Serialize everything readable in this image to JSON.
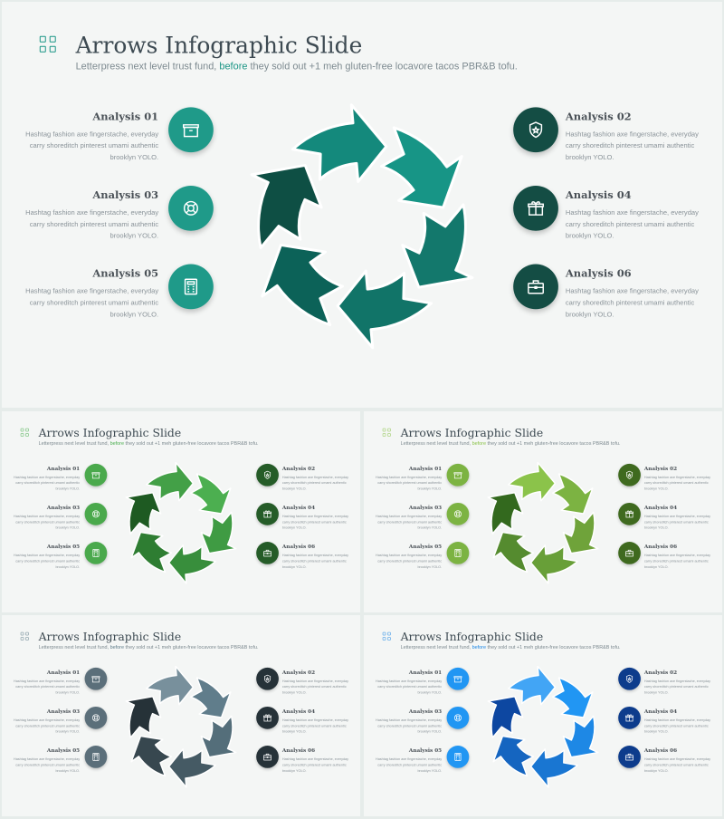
{
  "slide": {
    "title": "Arrows Infographic Slide",
    "subtitle_before": "Letterpress next level trust fund, ",
    "subtitle_highlight": "before",
    "subtitle_after": " they sold out +1 meh gluten-free locavore tacos PBR&B tofu."
  },
  "items": [
    {
      "title": "Analysis 01",
      "text": "Hashtag fashion axe fingerstache, everyday carry shoreditch pinterest umami authentic brooklyn YOLO.",
      "icon": "box-icon"
    },
    {
      "title": "Analysis 02",
      "text": "Hashtag fashion axe fingerstache, everyday carry shoreditch pinterest umami authentic brooklyn YOLO.",
      "icon": "shield-star-icon"
    },
    {
      "title": "Analysis 03",
      "text": "Hashtag fashion axe fingerstache, everyday carry shoreditch pinterest umami authentic brooklyn YOLO.",
      "icon": "lifebuoy-icon"
    },
    {
      "title": "Analysis 04",
      "text": "Hashtag fashion axe fingerstache, everyday carry shoreditch pinterest umami authentic brooklyn YOLO.",
      "icon": "gift-icon"
    },
    {
      "title": "Analysis 05",
      "text": "Hashtag fashion axe fingerstache, everyday carry shoreditch pinterest umami authentic brooklyn YOLO.",
      "icon": "calculator-icon"
    },
    {
      "title": "Analysis 06",
      "text": "Hashtag fashion axe fingerstache, everyday carry shoreditch pinterest umami authentic brooklyn YOLO.",
      "icon": "briefcase-icon"
    }
  ],
  "themes": [
    {
      "name": "teal",
      "accent": "#1a9585",
      "left_circle": "#1f9a89",
      "right_circle": "#144d44",
      "arrows": [
        "#0e4f44",
        "#14897c",
        "#179586",
        "#13786c",
        "#117468",
        "#0c6258"
      ]
    },
    {
      "name": "green",
      "accent": "#4caf50",
      "left_circle": "#4aa94c",
      "right_circle": "#255c28",
      "arrows": [
        "#1e5a22",
        "#43a047",
        "#4caf50",
        "#3f9b43",
        "#388e3c",
        "#2e7d32"
      ]
    },
    {
      "name": "lime",
      "accent": "#8bc34a",
      "left_circle": "#7cb342",
      "right_circle": "#3f6a1f",
      "arrows": [
        "#33691e",
        "#8bc34a",
        "#7cb342",
        "#6fa33a",
        "#689f38",
        "#558b2f"
      ]
    },
    {
      "name": "slate",
      "accent": "#607d8b",
      "left_circle": "#5b6f7a",
      "right_circle": "#263238",
      "arrows": [
        "#263238",
        "#78909c",
        "#607d8b",
        "#546e7a",
        "#455a64",
        "#37474f"
      ]
    },
    {
      "name": "blue",
      "accent": "#1e88e5",
      "left_circle": "#2196f3",
      "right_circle": "#0d3c8c",
      "arrows": [
        "#0d47a1",
        "#42a5f5",
        "#2196f3",
        "#1e88e5",
        "#1976d2",
        "#1565c0"
      ]
    }
  ]
}
